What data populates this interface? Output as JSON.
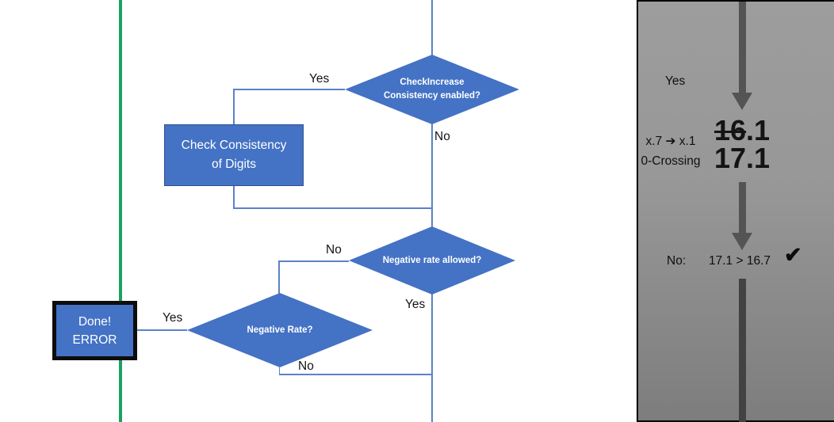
{
  "colors": {
    "shape_fill": "#4472C4",
    "shape_border": "#2F528F",
    "connector": "#5b82c8",
    "green_line": "#1aa35f",
    "panel_background_top": "#9d9d9d",
    "panel_background_bottom": "#7d7d7d",
    "panel_arrow": "#545454"
  },
  "flowchart": {
    "decision_check_increase": "CheckIncrease Consistency enabled?",
    "process_check_consistency": "Check Consistency of Digits",
    "decision_negative_rate_allowed": "Negative rate allowed?",
    "decision_negative_rate": "Negative Rate?",
    "terminator_line1": "Done!",
    "terminator_line2": "ERROR",
    "labels": {
      "check_increase_yes": "Yes",
      "check_increase_no": "No",
      "rate_allowed_no": "No",
      "rate_allowed_yes": "Yes",
      "negative_rate_yes": "Yes",
      "negative_rate_no": "No"
    }
  },
  "side_panel": {
    "yes_label": "Yes",
    "rule_line1": "x.7 ➔ x.1",
    "rule_line2": "0-Crossing",
    "old_value_struck": "16",
    "old_value_suffix": ".1",
    "new_value": "17.1",
    "result_label": "No:",
    "result_comparison": "17.1 > 16.7",
    "check_icon": "✔"
  }
}
